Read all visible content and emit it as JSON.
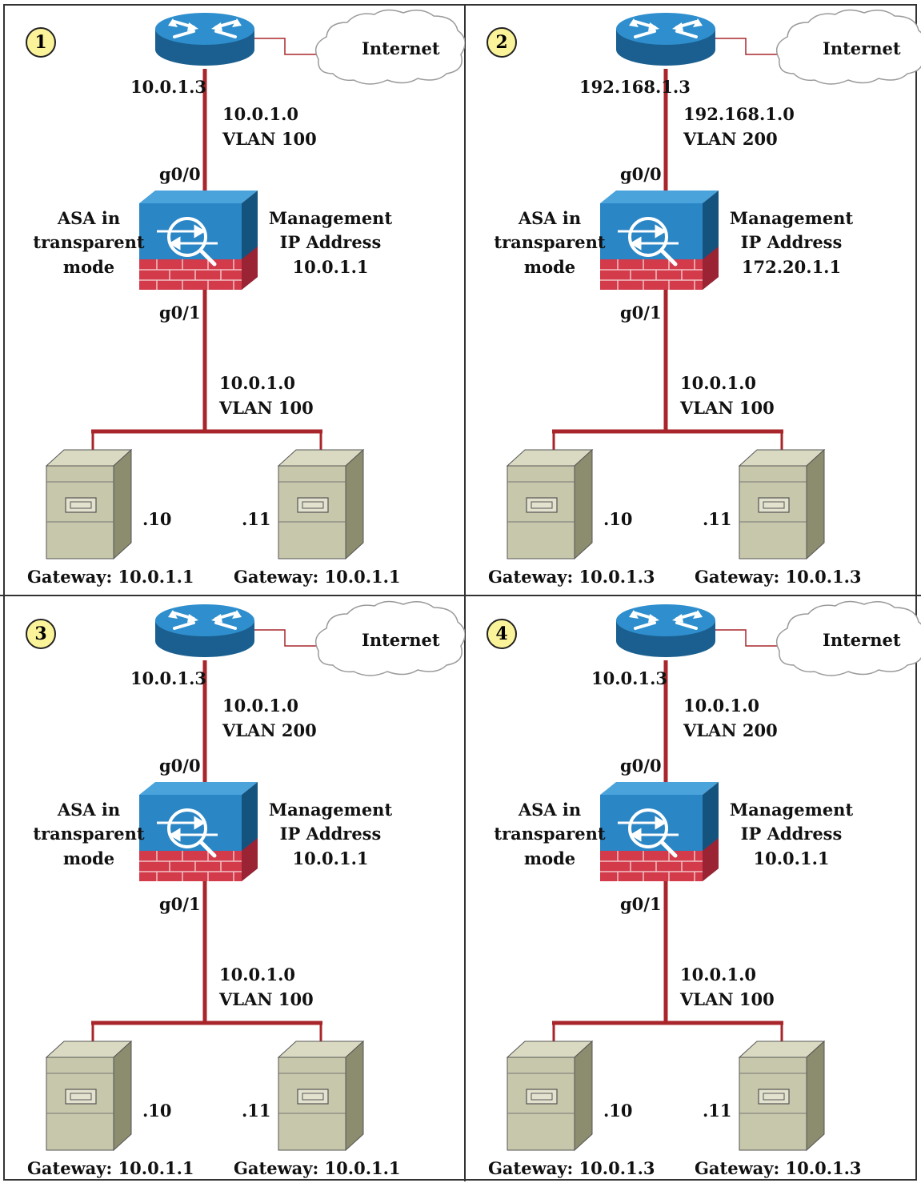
{
  "panels": [
    {
      "number": "1",
      "internet": "Internet",
      "router_ip": "10.0.1.3",
      "upstream_subnet": "10.0.1.0",
      "upstream_vlan": "VLAN 100",
      "port_outside": "g0/0",
      "port_inside": "g0/1",
      "asa_label": [
        "ASA in",
        "transparent",
        "mode"
      ],
      "mgmt_label": [
        "Management",
        "IP Address",
        "10.0.1.1"
      ],
      "downstream_subnet": "10.0.1.0",
      "downstream_vlan": "VLAN 100",
      "host_left": ".10",
      "host_right": ".11",
      "gateway_left": "Gateway: 10.0.1.1",
      "gateway_right": "Gateway: 10.0.1.1"
    },
    {
      "number": "2",
      "internet": "Internet",
      "router_ip": "192.168.1.3",
      "upstream_subnet": "192.168.1.0",
      "upstream_vlan": "VLAN 200",
      "port_outside": "g0/0",
      "port_inside": "g0/1",
      "asa_label": [
        "ASA in",
        "transparent",
        "mode"
      ],
      "mgmt_label": [
        "Management",
        "IP Address",
        "172.20.1.1"
      ],
      "downstream_subnet": "10.0.1.0",
      "downstream_vlan": "VLAN 100",
      "host_left": ".10",
      "host_right": ".11",
      "gateway_left": "Gateway: 10.0.1.3",
      "gateway_right": "Gateway: 10.0.1.3"
    },
    {
      "number": "3",
      "internet": "Internet",
      "router_ip": "10.0.1.3",
      "upstream_subnet": "10.0.1.0",
      "upstream_vlan": "VLAN 200",
      "port_outside": "g0/0",
      "port_inside": "g0/1",
      "asa_label": [
        "ASA in",
        "transparent",
        "mode"
      ],
      "mgmt_label": [
        "Management",
        "IP Address",
        "10.0.1.1"
      ],
      "downstream_subnet": "10.0.1.0",
      "downstream_vlan": "VLAN 100",
      "host_left": ".10",
      "host_right": ".11",
      "gateway_left": "Gateway: 10.0.1.1",
      "gateway_right": "Gateway: 10.0.1.1"
    },
    {
      "number": "4",
      "internet": "Internet",
      "router_ip": "10.0.1.3",
      "upstream_subnet": "10.0.1.0",
      "upstream_vlan": "VLAN 200",
      "port_outside": "g0/0",
      "port_inside": "g0/1",
      "asa_label": [
        "ASA in",
        "transparent",
        "mode"
      ],
      "mgmt_label": [
        "Management",
        "IP Address",
        "10.0.1.1"
      ],
      "downstream_subnet": "10.0.1.0",
      "downstream_vlan": "VLAN 100",
      "host_left": ".10",
      "host_right": ".11",
      "gateway_left": "Gateway: 10.0.1.3",
      "gateway_right": "Gateway: 10.0.1.3"
    }
  ],
  "colors": {
    "link": "#a8262b",
    "router": "#1d6fa8",
    "firewall_body": "#2b86c5",
    "firewall_brick": "#d33a4a",
    "server": "#c7c7ab",
    "badge": "#fbf39a"
  },
  "icons": [
    "router-icon",
    "cloud-icon",
    "firewall-icon",
    "server-icon"
  ]
}
